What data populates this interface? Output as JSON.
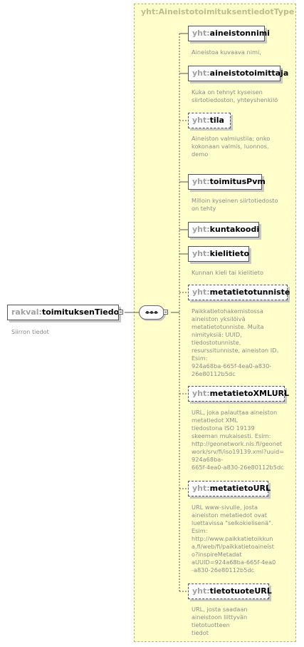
{
  "type_title": "yht:AineistotoimituksentiedotType",
  "root": {
    "prefix": "rakval:",
    "name": "toimituksenTiedot",
    "description": "Siirron tiedot"
  },
  "elements": [
    {
      "prefix": "yht:",
      "name": "aineistonnimi",
      "optional": false,
      "description": [
        "Aineistoa kuvaava nimi,"
      ]
    },
    {
      "prefix": "yht:",
      "name": "aineistotoimittaja",
      "optional": false,
      "description": [
        "Kuka on tehnyt kyseisen",
        "siirtotiedoston, yhteyshenkilö"
      ]
    },
    {
      "prefix": "yht:",
      "name": "tila",
      "optional": true,
      "description": [
        "Aineiston valmiustila; onko",
        "kokonaan valmis, luonnos,",
        "demo"
      ]
    },
    {
      "prefix": "yht:",
      "name": "toimitusPvm",
      "optional": false,
      "description": [
        "Milloin kyseinen siirtotiedosto",
        "on tehty"
      ]
    },
    {
      "prefix": "yht:",
      "name": "kuntakoodi",
      "optional": false,
      "description": []
    },
    {
      "prefix": "yht:",
      "name": "kielitieto",
      "optional": false,
      "description": [
        "Kunnan kieli tai kielitieto"
      ]
    },
    {
      "prefix": "yht:",
      "name": "metatietotunniste",
      "optional": true,
      "description": [
        "Paikkatietohakemistossa",
        "aineiston yksilöivä",
        "metatietotunniste. Muita",
        "nimityksiä: UUID,",
        "tiedostotunniste,",
        "resurssitunniste, aineiston ID.",
        "Esim:",
        "924a68ba-665f-4ea0-a830-",
        "26e80112b5dc"
      ]
    },
    {
      "prefix": "yht:",
      "name": "metatietoXMLURL",
      "optional": true,
      "description": [
        "URL, joka palauttaa aineiston",
        "metatiedot XML",
        "tiedostona ISO 19139",
        "skeeman mukaisesti. Esim:",
        "http://geonetwork.nls.fi/geonet",
        "work/srv/fi/iso19139.xml?uuid=",
        "924a68ba-",
        "665f-4ea0-a830-26e80112b5dc"
      ]
    },
    {
      "prefix": "yht:",
      "name": "metatietoURL",
      "optional": true,
      "description": [
        "URL www-sivulle, josta",
        "aineiston metatiedot ovat",
        "luettavissa \"selkokielisenä\".",
        "Esim:",
        "http://www.paikkatietoikkun",
        "a.fi/web/fi/paikkatietoaineist",
        "o?inspireMetadat",
        "aUUID=924a68ba-665f-4ea0",
        "-a830-26e80112b5dc"
      ]
    },
    {
      "prefix": "yht:",
      "name": "tietotuoteURL",
      "optional": true,
      "description": [
        "URL, josta saadaan",
        "aineistoon liittyvän",
        "tietotuotteen",
        "tiedot"
      ]
    }
  ]
}
